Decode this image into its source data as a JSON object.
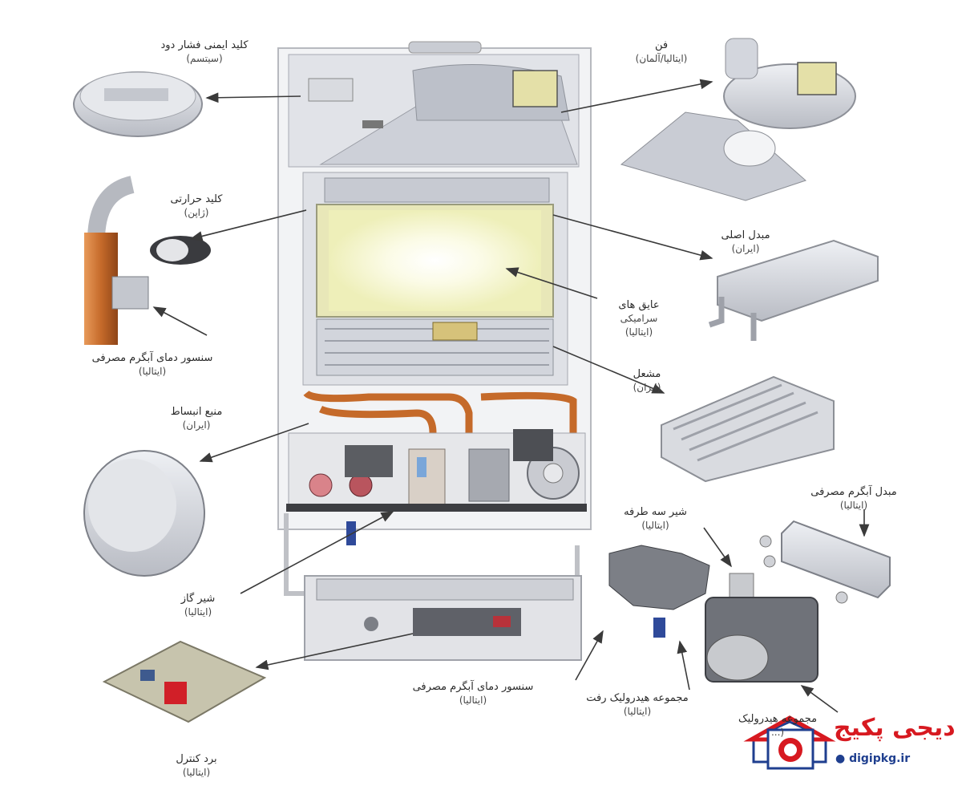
{
  "labels": [
    {
      "id": "flue-pressure-switch",
      "text": "کلید ایمنی فشار دود",
      "sub": "(سیتسم)"
    },
    {
      "id": "fan",
      "text": "فن",
      "sub": "(ایتالیا/آلمان)"
    },
    {
      "id": "thermal-switch",
      "text": "کلید حرارتی",
      "sub": "(ژاپن)"
    },
    {
      "id": "main-exchanger",
      "text": "مبدل اصلی",
      "sub": "(ایران)"
    },
    {
      "id": "ceramic-insulation",
      "text": "عایق های",
      "sub": "سرامیکی",
      "sub2": "(ایتالیا)"
    },
    {
      "id": "dhw-temp-sensor-left",
      "text": "سنسور دمای آبگرم مصرفی",
      "sub": "(ایتالیا)"
    },
    {
      "id": "burner",
      "text": "مشعل",
      "sub": "(ایران)"
    },
    {
      "id": "expansion-tank",
      "text": "منبع انبساط",
      "sub": "(ایران)"
    },
    {
      "id": "dhw-exchanger",
      "text": "مبدل آبگرم مصرفی",
      "sub": "(ایتالیا)"
    },
    {
      "id": "three-way-valve",
      "text": "شیر سه طرفه",
      "sub": "(ایتالیا)"
    },
    {
      "id": "gas-valve",
      "text": "شیر گاز",
      "sub": "(ایتالیا)"
    },
    {
      "id": "dhw-temp-sensor-bottom",
      "text": "سنسور دمای آبگرم مصرفی",
      "sub": "(ایتالیا)"
    },
    {
      "id": "hydraulic-supply",
      "text": "مجموعه هیدرولیک رفت",
      "sub": "(ایتالیا)"
    },
    {
      "id": "hydraulic-return",
      "text": "مجموعه هیدرولیک",
      "sub": "(..."
    },
    {
      "id": "control-board",
      "text": "برد کنترل",
      "sub": "(ایتالیا)"
    }
  ],
  "brand": {
    "name": "دیجی پکیج",
    "url": "digipkg.ir"
  },
  "colors": {
    "arrow": "#3a3a3a",
    "copper": "#c56a2a",
    "frame": "#cfd1d6",
    "brand_red": "#d71920",
    "brand_blue": "#1f3f8f"
  }
}
